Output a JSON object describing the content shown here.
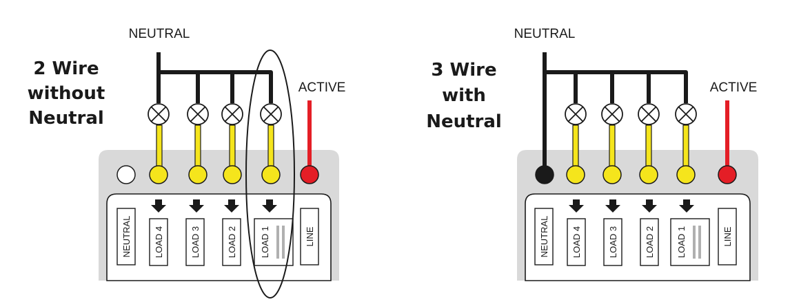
{
  "left": {
    "title_lines": [
      "2 Wire",
      "without",
      "Neutral"
    ],
    "neutral_label": "NEUTRAL",
    "active_label": "ACTIVE",
    "terminals": [
      "NEUTRAL",
      "LOAD 4",
      "LOAD 3",
      "LOAD 2",
      "LOAD 1",
      "LINE"
    ]
  },
  "right": {
    "title_lines": [
      "3 Wire",
      "with",
      "Neutral"
    ],
    "neutral_label": "NEUTRAL",
    "active_label": "ACTIVE",
    "terminals": [
      "NEUTRAL",
      "LOAD 4",
      "LOAD 3",
      "LOAD 2",
      "LOAD 1",
      "LINE"
    ]
  },
  "colors": {
    "neutral_wire": "#1a1a1a",
    "load_wire": "#f5e51c",
    "active_wire": "#e41e26",
    "housing": "#d9d9d9",
    "white_terminal": "#ffffff"
  }
}
